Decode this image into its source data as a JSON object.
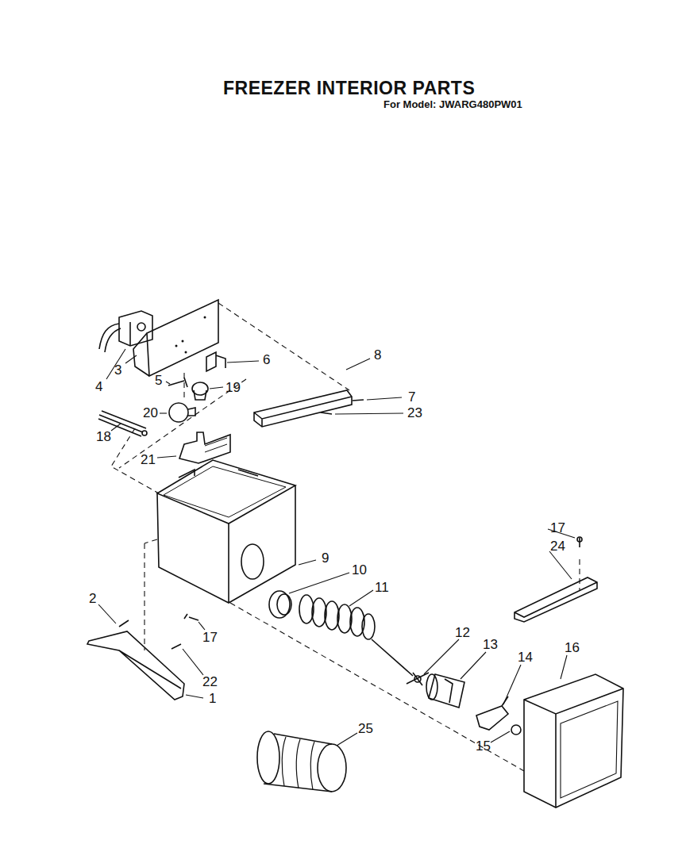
{
  "diagram": {
    "title": "FREEZER INTERIOR PARTS",
    "labels": [
      "For Model: JWARG480PW01",
      "4",
      "3",
      "6",
      "8",
      "5",
      "19",
      "7",
      "20",
      "23",
      "18",
      "21",
      "17",
      "24",
      "9",
      "10",
      "11",
      "2",
      "17",
      "12",
      "13",
      "14",
      "16",
      "22",
      "1",
      "15",
      "25"
    ]
  }
}
